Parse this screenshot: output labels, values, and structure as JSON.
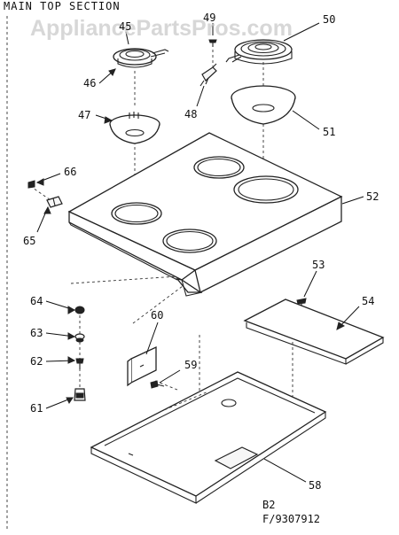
{
  "diagram": {
    "title": "MAIN TOP SECTION",
    "watermark": "AppliancePartsPros.com",
    "footer": {
      "code": "B2",
      "figure_number": "F/9307912"
    },
    "callouts": {
      "p45": "45",
      "p46": "46",
      "p47": "47",
      "p48": "48",
      "p49": "49",
      "p50": "50",
      "p51": "51",
      "p52": "52",
      "p53": "53",
      "p54": "54",
      "p58": "58",
      "p59": "59",
      "p60": "60",
      "p61": "61",
      "p62": "62",
      "p63": "63",
      "p64": "64",
      "p65": "65",
      "p66": "66"
    }
  }
}
